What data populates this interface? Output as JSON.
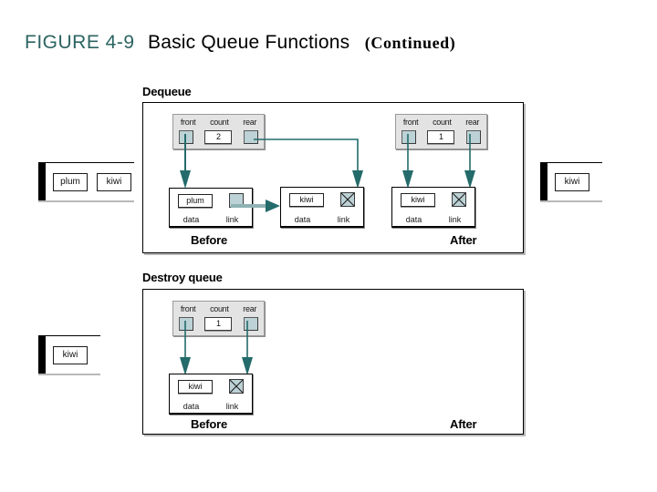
{
  "figure": {
    "label": "FIGURE 4-9",
    "title": "Basic Queue Functions",
    "continued": "(Continued)",
    "label_color": "#2b6461"
  },
  "sections": [
    {
      "name": "dequeue",
      "title": "Dequeue",
      "before_label": "Before",
      "after_label": "After",
      "before": {
        "queue_head": {
          "front_label": "front",
          "count_label": "count",
          "rear_label": "rear",
          "count_value": "2"
        },
        "nodes": [
          {
            "data_value": "plum",
            "data_label": "data",
            "link_label": "link",
            "link_null": false
          },
          {
            "data_value": "kiwi",
            "data_label": "data",
            "link_label": "link",
            "link_null": true
          }
        ]
      },
      "after": {
        "queue_head": {
          "front_label": "front",
          "count_label": "count",
          "rear_label": "rear",
          "count_value": "1"
        },
        "nodes": [
          {
            "data_value": "kiwi",
            "data_label": "data",
            "link_label": "link",
            "link_null": true
          }
        ]
      }
    },
    {
      "name": "destroy-queue",
      "title": "Destroy queue",
      "before_label": "Before",
      "after_label": "After",
      "before": {
        "queue_head": {
          "front_label": "front",
          "count_label": "count",
          "rear_label": "rear",
          "count_value": "1"
        },
        "nodes": [
          {
            "data_value": "kiwi",
            "data_label": "data",
            "link_label": "link",
            "link_null": true
          }
        ]
      },
      "after": {
        "queue_head": null,
        "nodes": []
      }
    }
  ],
  "fragments": {
    "left_top": {
      "cells": [
        "plum",
        "kiwi"
      ]
    },
    "right_top": {
      "cells": [
        "kiwi"
      ]
    },
    "left_bottom": {
      "cells": [
        "kiwi"
      ]
    }
  },
  "colors": {
    "arrow": "#246b6b",
    "arrow_light": "#8fb2b4",
    "pointer_fill": "#bcd2d6",
    "head_fill": "#e3e3e3",
    "teal_title": "#2b6461"
  }
}
